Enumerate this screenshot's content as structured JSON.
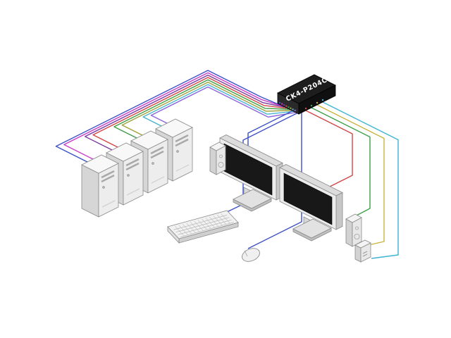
{
  "diagram": {
    "switch": {
      "label": "CK4-P204C",
      "body_color": "#1d1d1d",
      "label_color": "#ffffff"
    },
    "computers": [
      {
        "name": "computer-1"
      },
      {
        "name": "computer-2"
      },
      {
        "name": "computer-3"
      },
      {
        "name": "computer-4"
      }
    ],
    "monitors": [
      {
        "name": "monitor-1"
      },
      {
        "name": "monitor-2"
      }
    ],
    "peripherals": [
      {
        "name": "keyboard"
      },
      {
        "name": "mouse"
      },
      {
        "name": "speaker-1"
      },
      {
        "name": "speaker-2"
      },
      {
        "name": "remote-device"
      }
    ],
    "bundle_cables": [
      {
        "name": "cable-pc1-a",
        "color": "#3c50c8"
      },
      {
        "name": "cable-pc1-b",
        "color": "#c83cc8"
      },
      {
        "name": "cable-pc2-a",
        "color": "#7a3ca0"
      },
      {
        "name": "cable-pc2-b",
        "color": "#d24646"
      },
      {
        "name": "cable-pc3-a",
        "color": "#3c9e46"
      },
      {
        "name": "cable-pc3-b",
        "color": "#a0a03c"
      },
      {
        "name": "cable-pc4-a",
        "color": "#46b4d2"
      },
      {
        "name": "cable-pc4-b",
        "color": "#8c64dc"
      }
    ],
    "peripheral_cables": [
      {
        "name": "monitor1-video-cable",
        "color": "#3c50c8"
      },
      {
        "name": "monitor2-video-cable",
        "color": "#d24646"
      },
      {
        "name": "keyboard-cable",
        "color": "#3c50c8"
      },
      {
        "name": "mouse-cable",
        "color": "#3c50c8"
      },
      {
        "name": "speaker-cable",
        "color": "#3c9e46"
      },
      {
        "name": "device-cable",
        "color": "#c8b43c"
      },
      {
        "name": "aux-cable",
        "color": "#3cb4d2"
      }
    ]
  }
}
